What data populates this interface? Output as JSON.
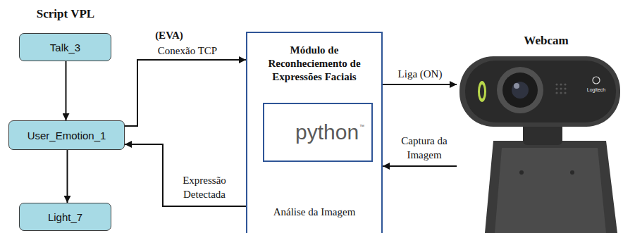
{
  "diagram": {
    "nodes": [
      {
        "text": [
          "Talk_3"
        ]
      },
      {
        "text": [
          "User_Emotion_1"
        ]
      },
      {
        "text": [
          "Light_7"
        ]
      },
      {
        "text": [
          "Módulo de Reconheciemento de Expressões Faciais",
          "Análise da Imagem"
        ]
      },
      {
        "text": [
          "python"
        ],
        "in": 3
      },
      {
        "text": [
          "Webcam"
        ]
      }
    ],
    "edges": [
      {
        "from": 0,
        "to": 1,
        "arrow": "to"
      },
      {
        "from": 1,
        "to": 2,
        "arrow": "to"
      },
      {
        "from": 1,
        "to": 3,
        "label": "Conexão TCP",
        "arrow": "to"
      },
      {
        "from": 3,
        "to": 5,
        "label": "Liga (ON)",
        "arrow": "to"
      },
      {
        "from": 5,
        "to": 3,
        "label": "Captura da Imagem",
        "arrow": "to"
      },
      {
        "from": 3,
        "to": 1,
        "label": "Expressão Detectada",
        "arrow": "to"
      }
    ],
    "labels": [
      "Script VPL",
      "(EVA)",
      "Logitech",
      "™"
    ]
  }
}
